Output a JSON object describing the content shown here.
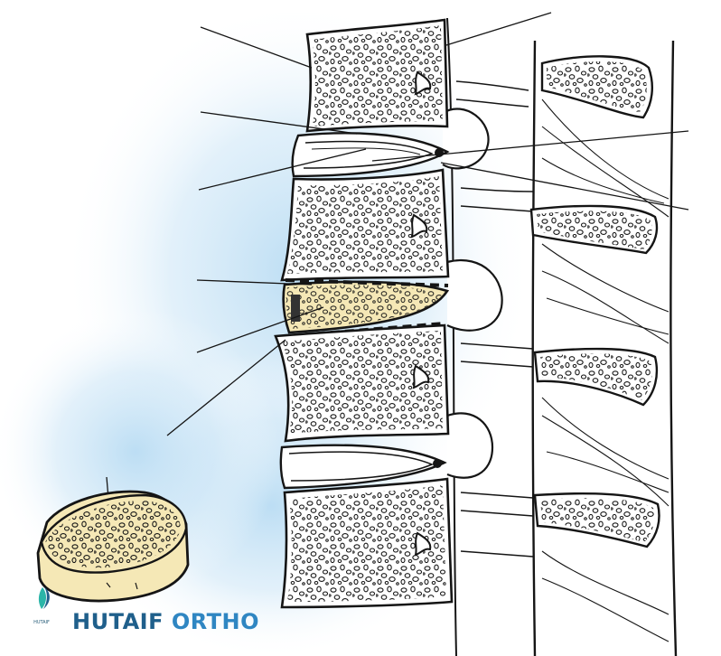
{
  "brand": {
    "word1": "HUTAIF",
    "word2": "ORTHO",
    "logo_caption": "HUTAIF"
  },
  "colors": {
    "glow": "#b9dcf3",
    "outline": "#151515",
    "graft": "#f5e8b6",
    "brand_dark": "#1f5f8b",
    "brand_light": "#2f86c2",
    "logo_leaf": "#2bb5a8"
  },
  "icons": [
    "spine-logo-icon"
  ]
}
